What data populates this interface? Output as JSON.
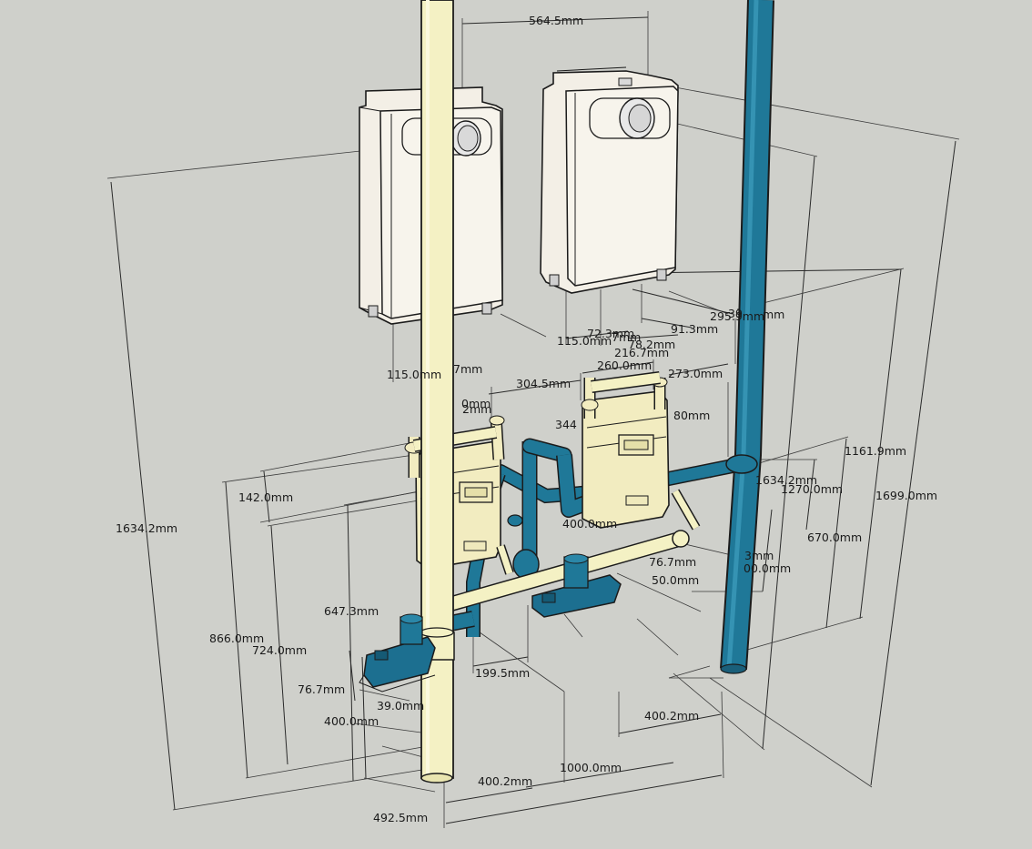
{
  "colors": {
    "background": "#cfd0cb",
    "cream_pipe": "#f4f1c4",
    "blue_pipe": "#1f7898",
    "heater_body": "#f3efe6",
    "meter_body": "#f2ecc0",
    "regulator": "#1c6f90"
  },
  "dimensions": {
    "d_564_5": "564.5mm",
    "d_1634_2_left": "1634.2mm",
    "d_1634_2_right": "1634.2mm",
    "d_1699_0": "1699.0mm",
    "d_1161_9": "1161.9mm",
    "d_1270_0": "1270.0mm",
    "d_670_0": "670.0mm",
    "d_866_0": "866.0mm",
    "d_724_0": "724.0mm",
    "d_647_3": "647.3mm",
    "d_142_0": "142.0mm",
    "d_76_7_left": "76.7mm",
    "d_39_0": "39.0mm",
    "d_400_0_left": "400.0mm",
    "d_492_5": "492.5mm",
    "d_400_2_bottom": "400.2mm",
    "d_1000_0": "1000.0mm",
    "d_400_2_mid": "400.2mm",
    "d_199_5": "199.5mm",
    "d_304_5": "304.5mm",
    "d_115_0_a": "115.0mm",
    "d_115_0_b": "115.0mm",
    "d_72_3": "72.3mm",
    "d_78_2": "78.2mm",
    "d_216_7": "216.7mm",
    "d_91_3": "91.3mm",
    "d_295_9": "295.9mm",
    "d_39x": "39",
    "d_mm_a": "mm",
    "d_260_0": "260.0mm",
    "d_273_0": "273.0mm",
    "d_344": "344",
    "d_400_0_mid": "400.0mm",
    "d_76_7_mid": "76.7mm",
    "d_50_0": "50.0mm",
    "d_3mm": "3mm",
    "d_00_0": "00.0mm",
    "d_7mm": "7mm",
    "d_0mm": "0mm",
    "d_2mm": "2mm",
    "d_7mm_b": "7mm",
    "d_80mm": "80mm"
  }
}
